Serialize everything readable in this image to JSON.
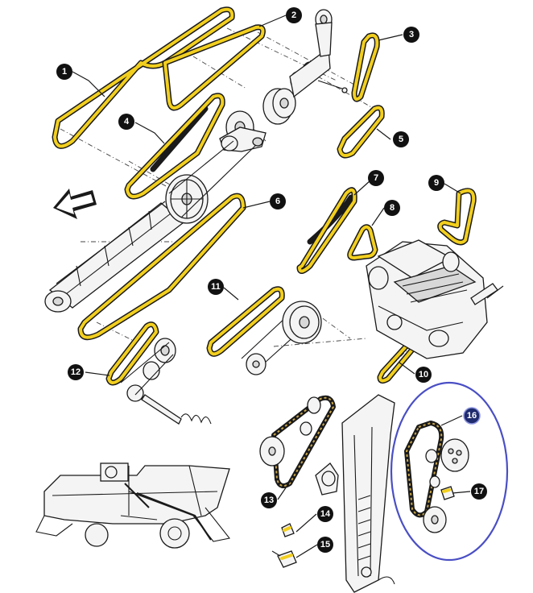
{
  "callouts": [
    {
      "id": "1",
      "label": "1"
    },
    {
      "id": "2",
      "label": "2"
    },
    {
      "id": "3",
      "label": "3"
    },
    {
      "id": "4",
      "label": "4"
    },
    {
      "id": "5",
      "label": "5"
    },
    {
      "id": "6",
      "label": "6"
    },
    {
      "id": "7",
      "label": "7"
    },
    {
      "id": "8",
      "label": "8"
    },
    {
      "id": "9",
      "label": "9"
    },
    {
      "id": "10",
      "label": "10"
    },
    {
      "id": "11",
      "label": "11"
    },
    {
      "id": "12",
      "label": "12"
    },
    {
      "id": "13",
      "label": "13"
    },
    {
      "id": "14",
      "label": "14"
    },
    {
      "id": "15",
      "label": "15"
    },
    {
      "id": "16",
      "label": "16",
      "highlighted": true
    },
    {
      "id": "17",
      "label": "17"
    }
  ],
  "colors": {
    "belt": "#f2cf1f",
    "outline": "#1a1a1a",
    "callout": "#111111",
    "highlight_ring": "#4a4fc4",
    "highlight_callout": "#1f2b6e"
  }
}
